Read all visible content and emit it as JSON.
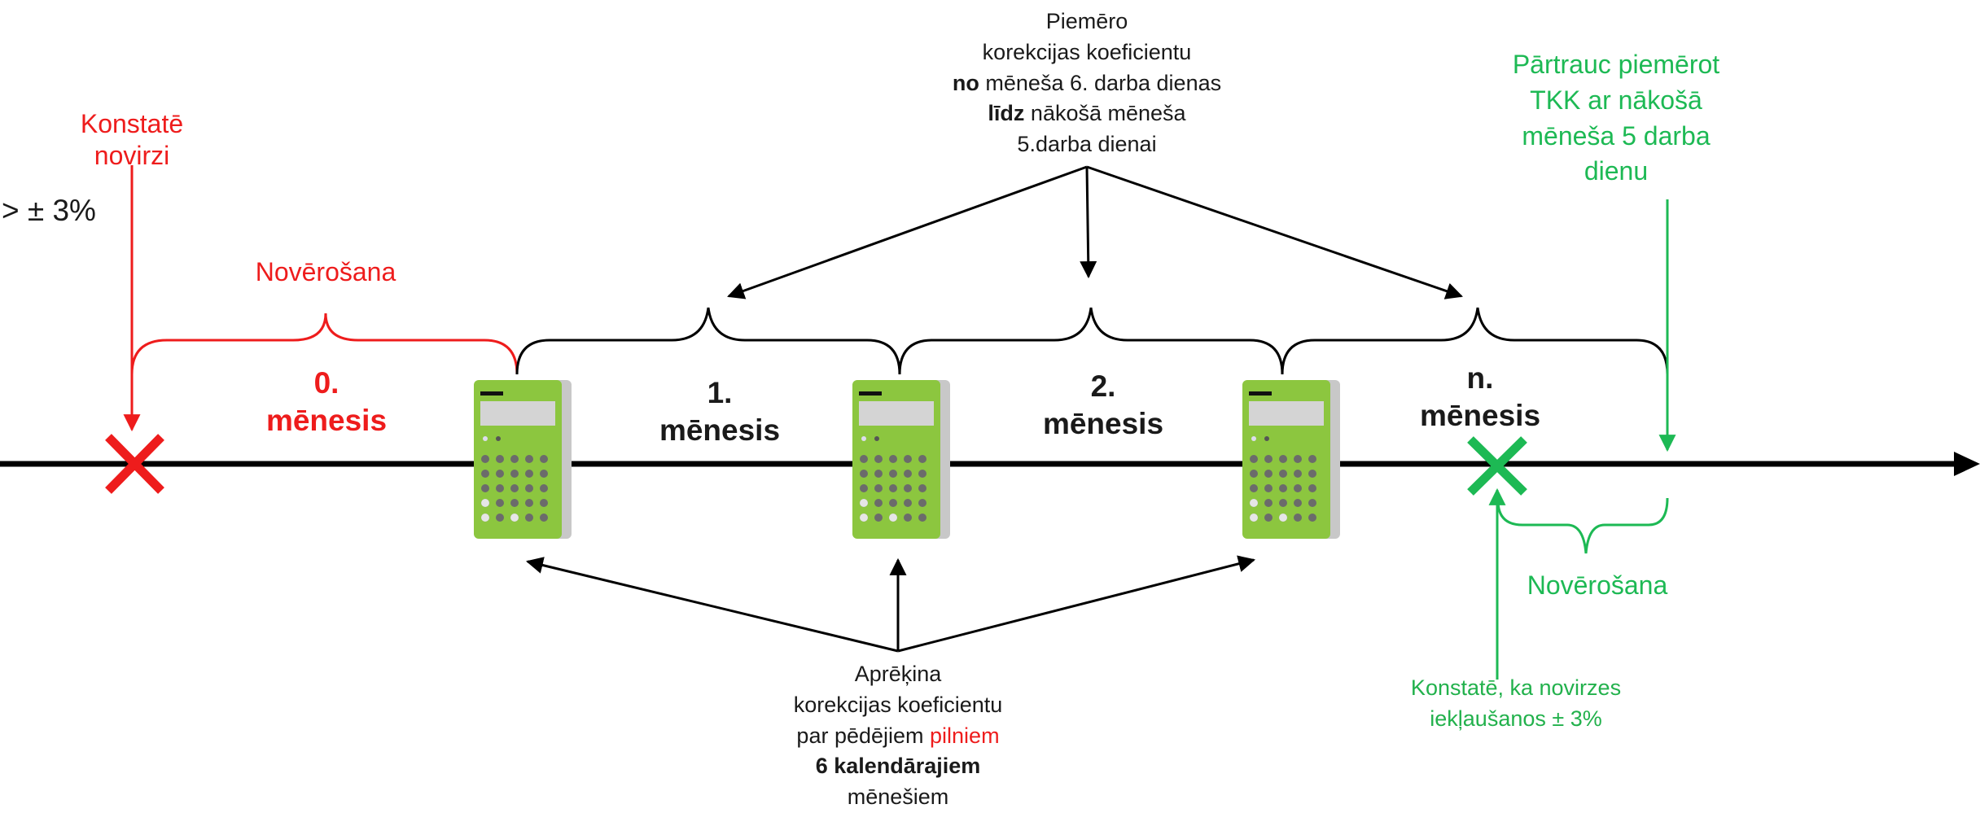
{
  "threshold": "> ± 3%",
  "left_annotation": {
    "lines": [
      "Konstatē",
      "novirzi"
    ]
  },
  "observation_left": "Novērošana",
  "observation_right": "Novērošana",
  "months": [
    {
      "number": "0.",
      "label": "mēnesis"
    },
    {
      "number": "1.",
      "label": "mēnesis"
    },
    {
      "number": "2.",
      "label": "mēnesis"
    },
    {
      "number": "n.",
      "label": "mēnesis"
    }
  ],
  "top_annotation": {
    "line1": "Piemēro",
    "line2": "korekcijas koeficientu",
    "line3_bold": "no",
    "line3_rest": " mēneša 6. darba dienas",
    "line4_bold": "līdz",
    "line4_rest": " nākošā mēneša",
    "line5": "5.darba dienai"
  },
  "right_annotation": {
    "lines": [
      "Pārtrauc piemērot",
      "TKK ar nākošā",
      "mēneša 5 darba",
      "dienu"
    ]
  },
  "bottom_annotation": {
    "line1": "Aprēķina",
    "line2": "korekcijas koeficientu",
    "line3_a": "par pēdējiem ",
    "line3_red": "pilniem",
    "line4_bold": "6 kalendārajiem",
    "line5": "mēnešiem"
  },
  "bottom_right_annotation": {
    "lines": [
      "Konstatē, ka novirzes",
      "iekļaušanos ± 3%"
    ]
  },
  "colors": {
    "red": "#ee1c1c",
    "green": "#1db954",
    "calculator_body": "#8cc63f",
    "calculator_shadow": "#c8c8c8",
    "axis": "#000000"
  },
  "icons": {
    "start_marker": "red-x-icon",
    "end_marker": "green-x-icon",
    "calculator": "calculator-icon"
  }
}
